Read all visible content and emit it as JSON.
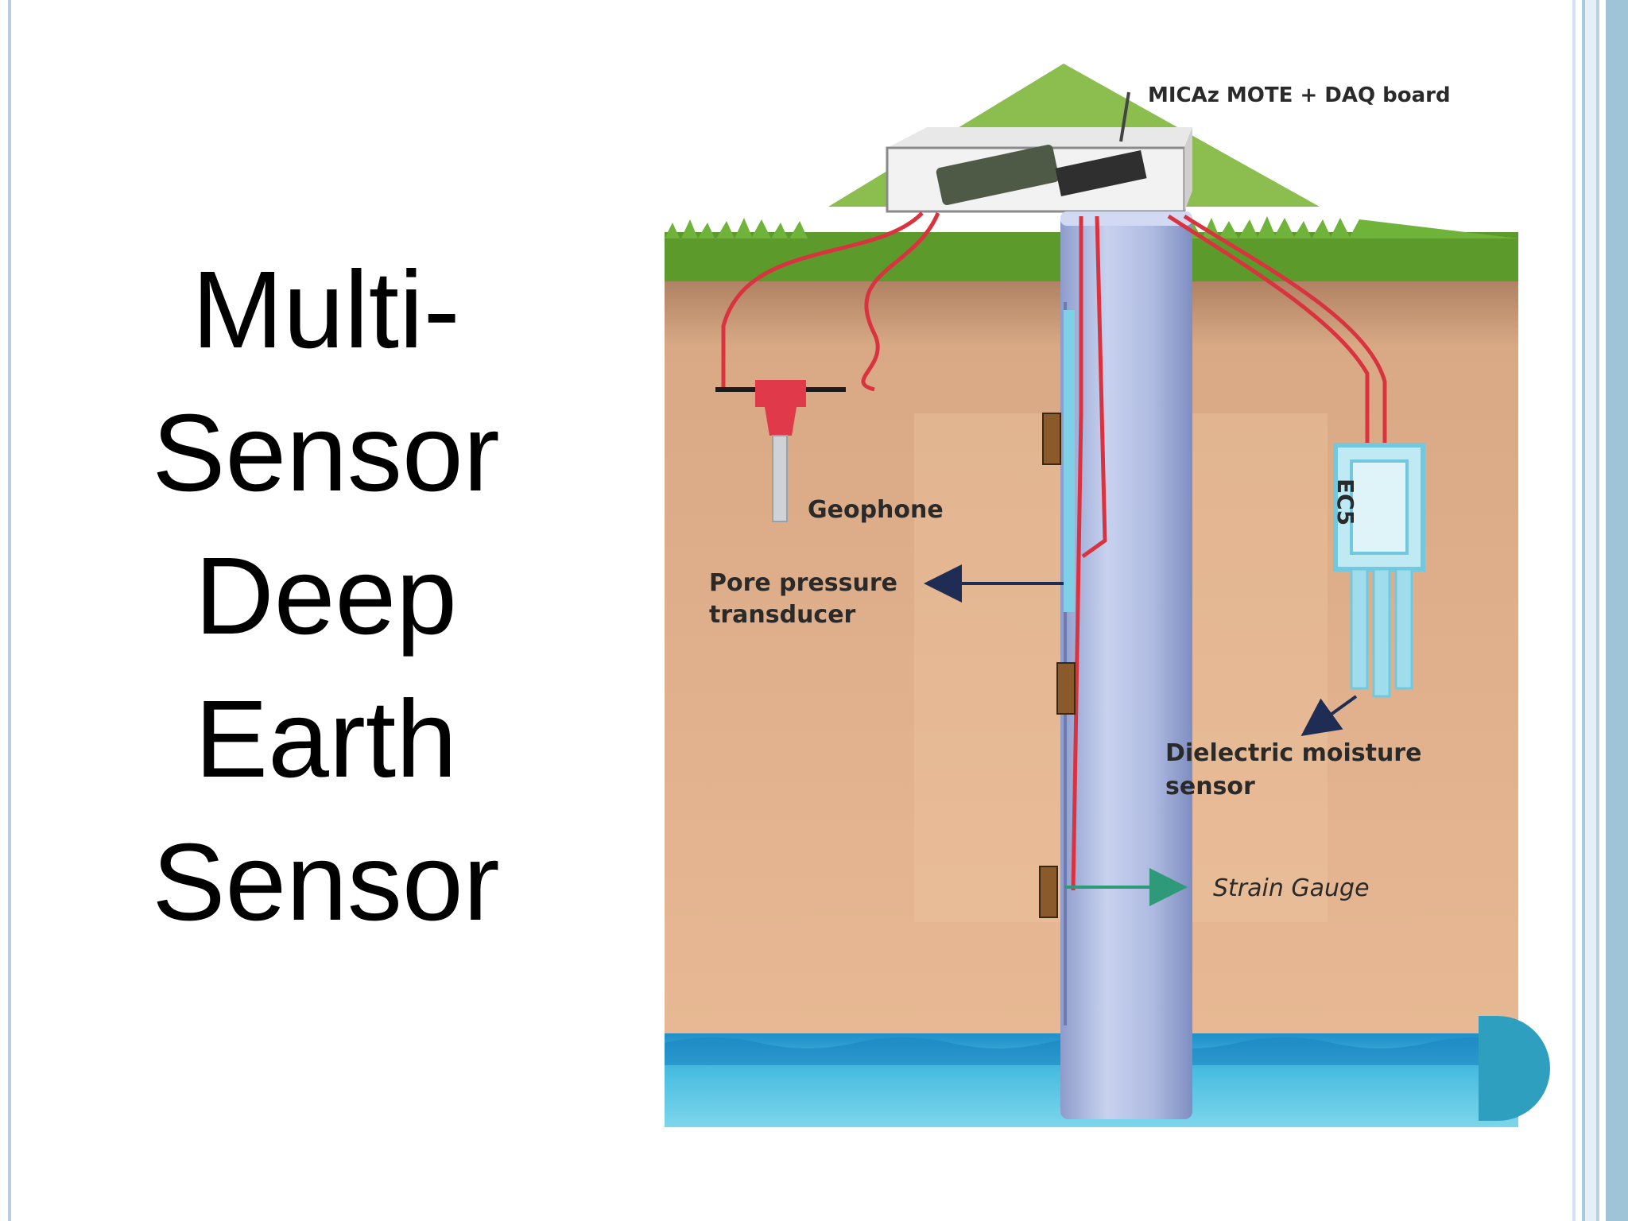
{
  "slide": {
    "title_lines": [
      "Multi-",
      "Sensor",
      "Deep",
      "Earth",
      "Sensor"
    ]
  },
  "diagram": {
    "labels": {
      "mote": "MICAz MOTE + DAQ board",
      "geophone": "Geophone",
      "pore_pressure_line1": "Pore pressure",
      "pore_pressure_line2": "transducer",
      "ec5": "EC5",
      "dielectric_line1": "Dielectric moisture",
      "dielectric_line2": "sensor",
      "strain_gauge": "Strain Gauge"
    },
    "colors": {
      "roof_green": "#8bbd4f",
      "grass_green": "#5c9a2c",
      "soil": "#e2b58f",
      "soil_dark": "#a1785a",
      "water": "#3fb2da",
      "pipe": "#aab8de",
      "wire": "#d9333f",
      "sensor_cyan": "#9fdcec",
      "accent": "#2f9fc0"
    }
  }
}
